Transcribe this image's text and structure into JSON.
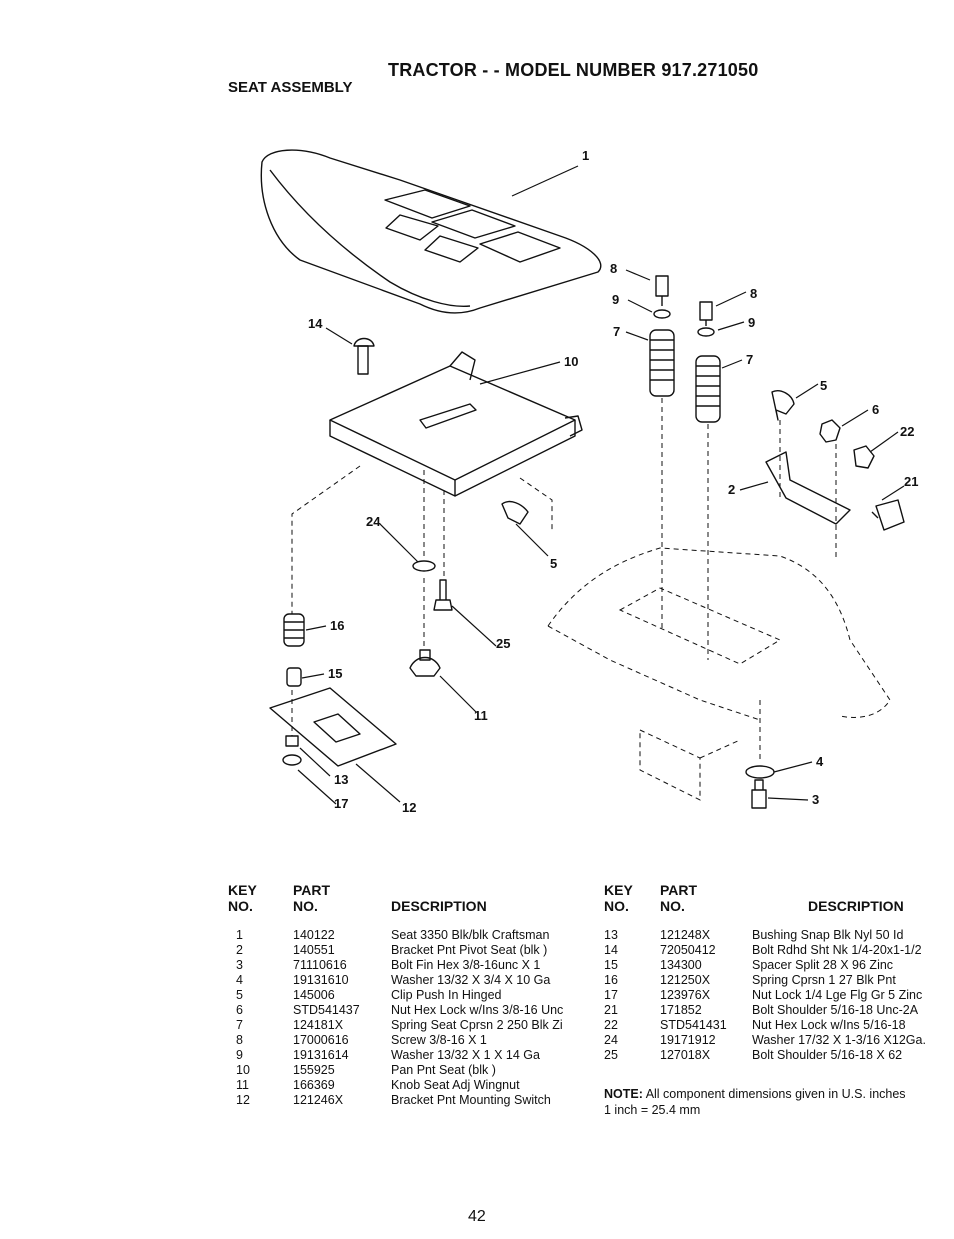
{
  "header": {
    "title": "TRACTOR - - MODEL NUMBER 917.271050",
    "subtitle": "SEAT ASSEMBLY"
  },
  "diagram": {
    "callouts": [
      "1",
      "8",
      "9",
      "8",
      "7",
      "9",
      "7",
      "14",
      "10",
      "5",
      "6",
      "22",
      "21",
      "2",
      "24",
      "5",
      "16",
      "25",
      "15",
      "11",
      "13",
      "17",
      "12",
      "4",
      "3"
    ]
  },
  "columns": {
    "key": "KEY",
    "no": "NO.",
    "part": "PART",
    "part_no": "NO.",
    "description": "DESCRIPTION"
  },
  "parts_left": [
    {
      "key": "1",
      "part": "140122",
      "desc": "Seat 3350 Blk/blk Craftsman"
    },
    {
      "key": "2",
      "part": "140551",
      "desc": "Bracket Pnt Pivot Seat (blk )"
    },
    {
      "key": "3",
      "part": "71110616",
      "desc": "Bolt Fin Hex 3/8-16unc X 1"
    },
    {
      "key": "4",
      "part": "19131610",
      "desc": "Washer 13/32 X 3/4 X 10 Ga"
    },
    {
      "key": "5",
      "part": "145006",
      "desc": "Clip Push In Hinged"
    },
    {
      "key": "6",
      "part": "STD541437",
      "desc": "Nut Hex Lock w/Ins 3/8-16 Unc"
    },
    {
      "key": "7",
      "part": "124181X",
      "desc": "Spring Seat Cprsn 2 250 Blk Zi"
    },
    {
      "key": "8",
      "part": "17000616",
      "desc": "Screw 3/8-16 X 1"
    },
    {
      "key": "9",
      "part": "19131614",
      "desc": "Washer 13/32 X 1 X 14 Ga"
    },
    {
      "key": "10",
      "part": "155925",
      "desc": "Pan Pnt Seat (blk )"
    },
    {
      "key": "11",
      "part": "166369",
      "desc": "Knob Seat Adj Wingnut"
    },
    {
      "key": "12",
      "part": "121246X",
      "desc": "Bracket Pnt Mounting Switch"
    }
  ],
  "parts_right": [
    {
      "key": "13",
      "part": "121248X",
      "desc": "Bushing Snap Blk Nyl 50 Id"
    },
    {
      "key": "14",
      "part": "72050412",
      "desc": "Bolt Rdhd Sht Nk 1/4-20x1-1/2"
    },
    {
      "key": "15",
      "part": "134300",
      "desc": "Spacer Split 28 X 96 Zinc"
    },
    {
      "key": "16",
      "part": "121250X",
      "desc": "Spring Cprsn 1 27 Blk Pnt"
    },
    {
      "key": "17",
      "part": "123976X",
      "desc": "Nut Lock 1/4 Lge Flg Gr 5 Zinc"
    },
    {
      "key": "21",
      "part": "171852",
      "desc": "Bolt Shoulder 5/16-18 Unc-2A"
    },
    {
      "key": "22",
      "part": "STD541431",
      "desc": "Nut Hex Lock w/Ins 5/16-18"
    },
    {
      "key": "24",
      "part": "19171912",
      "desc": "Washer 17/32 X 1-3/16 X12Ga."
    },
    {
      "key": "25",
      "part": "127018X",
      "desc": "Bolt Shoulder 5/16-18 X 62"
    }
  ],
  "note": {
    "label": "NOTE:",
    "text": "All component dimensions given in U.S. inches",
    "conversion": "1 inch = 25.4 mm"
  },
  "page_number": "42"
}
